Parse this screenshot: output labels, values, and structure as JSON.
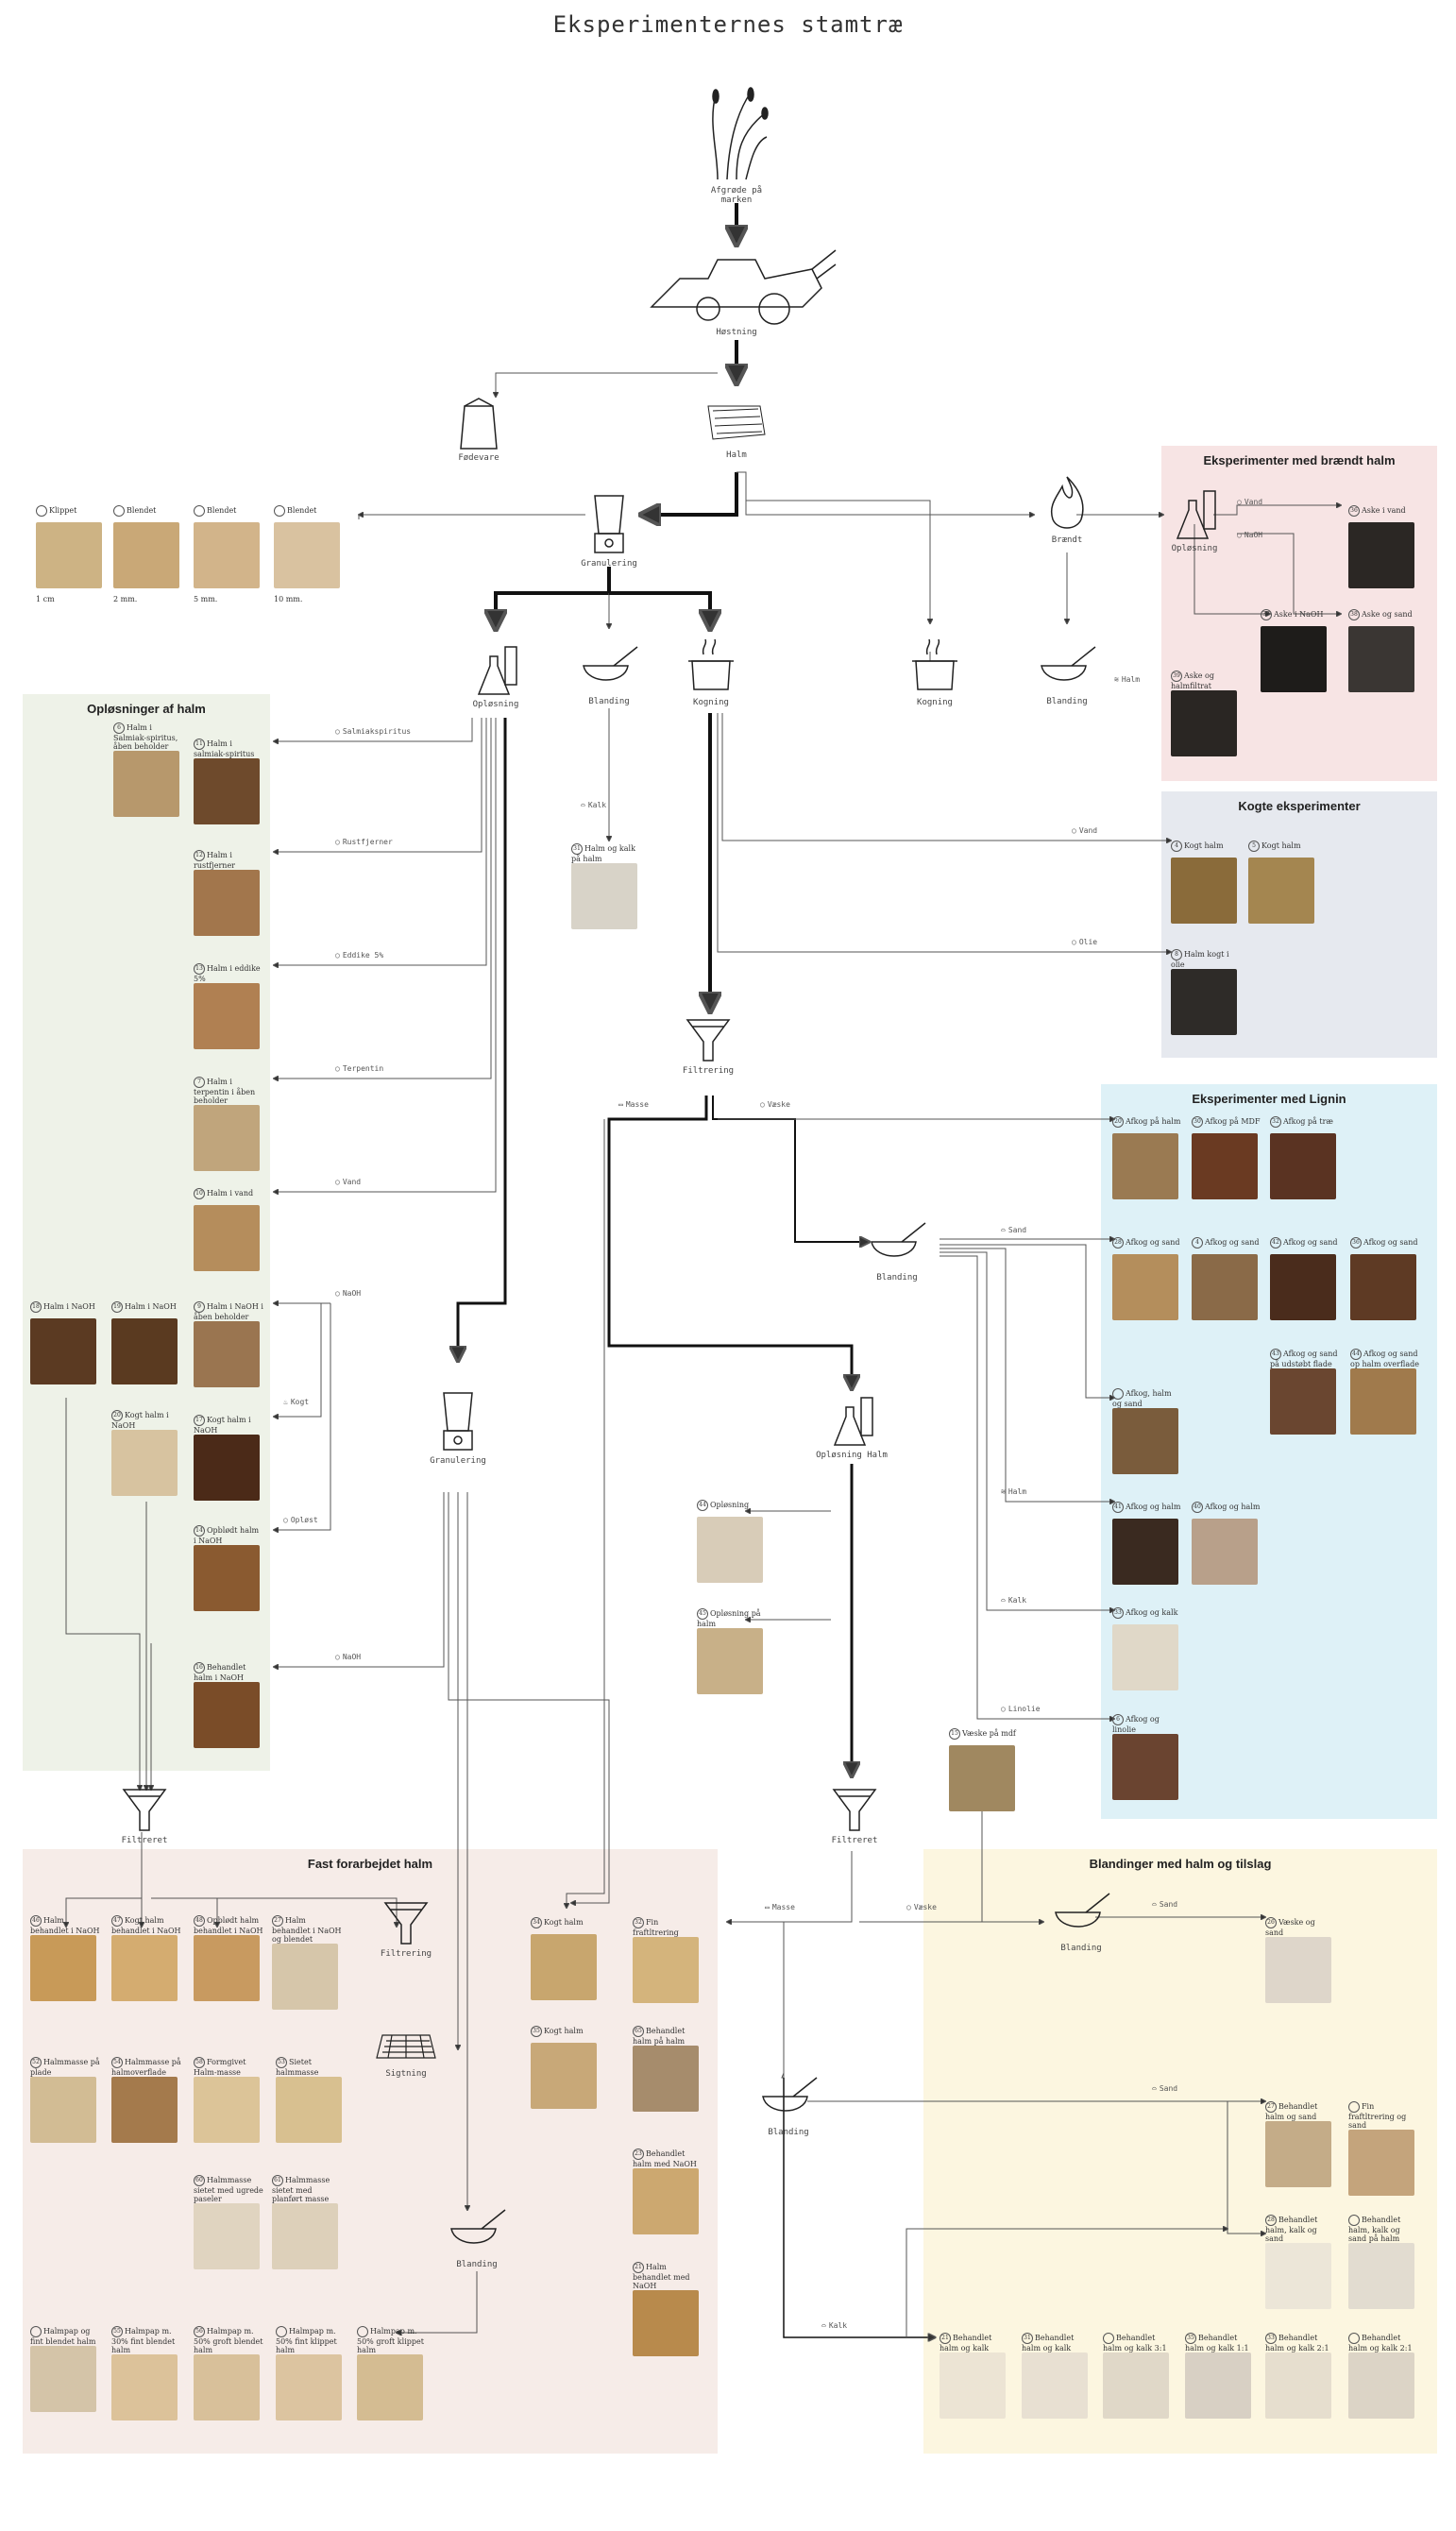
{
  "title": "Eksperimenternes stamtræ",
  "regions": {
    "oplosninger": "Opløsninger af halm",
    "braendt": "Eksperimenter med brændt halm",
    "kogte": "Kogte eksperimenter",
    "lignin": "Eksperimenter med Lignin",
    "fast": "Fast forarbejdet halm",
    "blandinger": "Blandinger med halm og tilslag"
  },
  "nodes": {
    "afgrode": "Afgrøde på marken",
    "hostning": "Høstning",
    "fodevare": "Fødevare",
    "halm": "Halm",
    "granulering1": "Granulering",
    "braendt": "Brændt",
    "oplosning1": "Opløsning",
    "blanding1": "Blanding",
    "kogning1": "Kogning",
    "kogning2": "Kogning",
    "blanding2": "Blanding",
    "oplosning_b": "Opløsning",
    "filtrering1": "Filtrering",
    "blanding3": "Blanding",
    "granulering2": "Granulering",
    "oplosning_halm": "Opløsning Halm",
    "filtreret1": "Filtreret",
    "filtrering2": "Filtrering",
    "sigtning": "Sigtning",
    "blanding4": "Blanding",
    "filtreret2": "Filtreret",
    "blanding5": "Blanding",
    "blanding6": "Blanding"
  },
  "edges": {
    "vand1": "Vand",
    "naoh1": "NaOH",
    "halm1": "Halm",
    "salmiak": "Salmiakspiritus",
    "rust": "Rustfjerner",
    "eddike": "Eddike 5%",
    "terpentin": "Terpentin",
    "vand2": "Vand",
    "naoh2": "NaOH",
    "kogt": "Kogt",
    "oplost": "Opløst",
    "naoh3": "NaOH",
    "kalk1": "Kalk",
    "vand3": "Vand",
    "olie": "Olie",
    "masse1": "Masse",
    "vaeske1": "Væske",
    "sand1": "Sand",
    "halm2": "Halm",
    "kalk2": "Kalk",
    "linolie": "Linolie",
    "masse2": "Masse",
    "vaeske2": "Væske",
    "sand2": "Sand",
    "sand3": "Sand",
    "kalk3": "Kalk"
  },
  "sizes": [
    "1 cm",
    "2 mm.",
    "5 mm.",
    "10 mm."
  ],
  "photos": {
    "klippet": {
      "label": "Klippet",
      "color": "#cdb384"
    },
    "blendet1": {
      "label": "Blendet",
      "color": "#c9a877"
    },
    "blendet2": {
      "label": "Blendet",
      "color": "#d2b48a"
    },
    "blendet3": {
      "label": "Blendet",
      "color": "#d9c2a0"
    },
    "aske_vand": {
      "num": "36",
      "label": "Aske i vand",
      "color": "#2b2724"
    },
    "aske_naoh": {
      "num": "37",
      "label": "Aske i NaOH",
      "color": "#1e1c1a"
    },
    "aske_sand": {
      "num": "38",
      "label": "Aske og sand",
      "color": "#3a3633"
    },
    "aske_halmfiltrat": {
      "num": "39",
      "label": "Aske og halmfiltrat",
      "color": "#2a2623"
    },
    "kogt_halm1": {
      "num": "4",
      "label": "Kogt halm",
      "color": "#8a6b3a"
    },
    "kogt_halm2": {
      "num": "5",
      "label": "Kogt halm",
      "color": "#a48650"
    },
    "halm_olie": {
      "num": "8",
      "label": "Halm kogt i olie",
      "color": "#2e2b28"
    },
    "halm_kalk": {
      "num": "31",
      "label": "Halm og kalk på halm",
      "color": "#d8d3c8"
    },
    "salmiak_beholder": {
      "num": "6",
      "label": "Halm i Salmiak-spiritus, åben beholder",
      "color": "#b7986c"
    },
    "salmiak": {
      "num": "11",
      "label": "Halm i salmiak-spiritus",
      "color": "#6e4a2c"
    },
    "rust": {
      "num": "12",
      "label": "Halm i rustfjerner",
      "color": "#a2764c"
    },
    "eddike": {
      "num": "13",
      "label": "Halm i eddike 5%",
      "color": "#b08052"
    },
    "terpentin": {
      "num": "7",
      "label": "Halm i terpentin i åben beholder",
      "color": "#c0a57c"
    },
    "vand": {
      "num": "10",
      "label": "Halm i vand",
      "color": "#b58d5c"
    },
    "naoh_a": {
      "num": "18",
      "label": "Halm i NaOH",
      "color": "#5b3a22"
    },
    "naoh_b": {
      "num": "19",
      "label": "Halm i NaOH",
      "color": "#5a3a20"
    },
    "naoh_aaben": {
      "num": "9",
      "label": "Halm i NaOH i åben beholder",
      "color": "#9a7550"
    },
    "kogt_naoh1": {
      "num": "20",
      "label": "Kogt halm i NaOH",
      "color": "#d7c3a0"
    },
    "kogt_naoh2": {
      "num": "17",
      "label": "Kogt halm i NaOH",
      "color": "#4b2a18"
    },
    "opblodt": {
      "num": "14",
      "label": "Opblødt halm i NaOH",
      "color": "#8a5a30"
    },
    "behandlet_naoh": {
      "num": "16",
      "label": "Behandlet halm i NaOH",
      "color": "#7a4c28"
    },
    "lig_halm": {
      "num": "20",
      "label": "Afkog på halm",
      "color": "#9a7a52"
    },
    "lig_mdf": {
      "num": "30",
      "label": "Afkog på MDF",
      "color": "#6a3a22"
    },
    "lig_trae": {
      "num": "32",
      "label": "Afkog på træ",
      "color": "#5a3322"
    },
    "lig_sand1": {
      "num": "28",
      "label": "Afkog og sand",
      "color": "#b48e5c"
    },
    "lig_sand2": {
      "num": "4",
      "label": "Afkog og sand",
      "color": "#8a6a48"
    },
    "lig_sand3": {
      "num": "42",
      "label": "Afkog og sand",
      "color": "#4a2c1c"
    },
    "lig_sand4": {
      "num": "36",
      "label": "Afkog og sand",
      "color": "#5e3a24"
    },
    "lig_sand_sil": {
      "num": "43",
      "label": "Afkog og sand på udstøbt flade",
      "color": "#6a4630"
    },
    "lig_sand_halm": {
      "num": "44",
      "label": "Afkog og sand op halm overflade",
      "color": "#a07a4c"
    },
    "lig_halm_sand": {
      "label": "Afkog, halm og sand",
      "color": "#7a5c3c"
    },
    "lig_halm2": {
      "num": "41",
      "label": "Afkog og halm",
      "color": "#3a2a20"
    },
    "lig_halm3": {
      "num": "40",
      "label": "Afkog og halm",
      "color": "#b8a08a"
    },
    "lig_kalk": {
      "num": "33",
      "label": "Afkog og kalk",
      "color": "#e0d8c8"
    },
    "lig_linolie": {
      "num": "6",
      "label": "Afkog og linolie",
      "color": "#6a4430"
    },
    "vaeske_mdf": {
      "num": "15",
      "label": "Væske på mdf",
      "color": "#a08860"
    },
    "oplosning_img": {
      "num": "44",
      "label": "Opløsning",
      "color": "#d8ccb8"
    },
    "oplosning_halm_img": {
      "num": "45",
      "label": "Opløsning på halm",
      "color": "#c8b088"
    },
    "naoh_beh": {
      "num": "46",
      "label": "Halm behandlet i NaOH",
      "color": "#c89a58"
    },
    "kogt_beh": {
      "num": "47",
      "label": "Kogt halm behandlet i NaOH",
      "color": "#d4ac70"
    },
    "opblodt_beh": {
      "num": "48",
      "label": "Opblødt halm behandlet i NaOH",
      "color": "#c89a60"
    },
    "naoh_blendet": {
      "num": "27",
      "label": "Halm behandlet i NaOH og blendet",
      "color": "#d6c6aa"
    },
    "halmmasse_plade": {
      "num": "52",
      "label": "Halmmasse på plade",
      "color": "#d2bc94"
    },
    "halmmasse_overflade": {
      "num": "54",
      "label": "Halmmasse på halmoverflade",
      "color": "#a47a4c"
    },
    "formgivet": {
      "num": "58",
      "label": "Formgivet Halm-masse",
      "color": "#dcc498"
    },
    "sietet": {
      "num": "53",
      "label": "Sietet halmmasse",
      "color": "#d8c090"
    },
    "siet_papir": {
      "num": "60",
      "label": "Halmmasse sietet med ugrede paseler",
      "color": "#e0d4c0"
    },
    "siet_plan": {
      "num": "61",
      "label": "Halmmasse sietet med planført masse",
      "color": "#ddd0ba"
    },
    "pap_fint": {
      "label": "Halmpap og fint blendet halm",
      "color": "#d4c4a8"
    },
    "pap_fint2": {
      "num": "55",
      "label": "Halmpap m. 30% fint blendet halm",
      "color": "#dcc29a"
    },
    "pap_groft": {
      "num": "56",
      "label": "Halmpap m. 50% groft blendet halm",
      "color": "#d8c09a"
    },
    "pap_klippet": {
      "label": "Halmpap m. 50% fint klippet halm",
      "color": "#dcc4a0"
    },
    "pap_groft2": {
      "label": "Halmpap m. 50% groft klippet halm",
      "color": "#d4bc92"
    },
    "kogt_halm3": {
      "num": "34",
      "label": "Kogt halm",
      "color": "#c8a66e"
    },
    "kogt_halm4": {
      "num": "35",
      "label": "Kogt halm",
      "color": "#c8a878"
    },
    "fin_filtrering": {
      "num": "32",
      "label": "Fin fraftltrering",
      "color": "#d4b47c"
    },
    "beh_pa_halm": {
      "num": "65",
      "label": "Behandlet halm på halm",
      "color": "#a68c6c"
    },
    "beh_naoh2": {
      "num": "23",
      "label": "Behandlet halm med NaOH",
      "color": "#cca870"
    },
    "beh_naoh3": {
      "num": "21",
      "label": "Halm behandlet med NaOH",
      "color": "#b88a4c"
    },
    "vaeske_sand": {
      "num": "26",
      "label": "Væske og sand",
      "color": "#ded6ca"
    },
    "beh_sand": {
      "num": "27",
      "label": "Behandlet halm og sand",
      "color": "#c4ac88"
    },
    "fin_sand": {
      "label": "Fin fraftltrering og sand",
      "color": "#c4a47c"
    },
    "beh_kalk_sand": {
      "num": "28",
      "label": "Behandlet halm, kalk og sand",
      "color": "#ece6d8"
    },
    "kalk_sand_halm": {
      "label": "Behandlet halm, kalk og sand på halm",
      "color": "#e2dcd0"
    },
    "beh_kalk1": {
      "num": "21",
      "label": "Behandlet halm og kalk",
      "color": "#ece4d4"
    },
    "beh_kalk2": {
      "num": "31",
      "label": "Behandlet halm og kalk",
      "color": "#e8e0d2"
    },
    "beh_kalk31": {
      "label": "Behandlet halm og kalk 3:1",
      "color": "#e0d8c8"
    },
    "beh_kalk11": {
      "num": "35",
      "label": "Behandlet halm og kalk 1:1",
      "color": "#d8d0c4"
    },
    "beh_kalk21a": {
      "num": "33",
      "label": "Behandlet halm og kalk 2:1",
      "color": "#e6dece"
    },
    "beh_kalk21b": {
      "label": "Behandlet halm og kalk 2:1",
      "color": "#dcd4c6"
    }
  }
}
